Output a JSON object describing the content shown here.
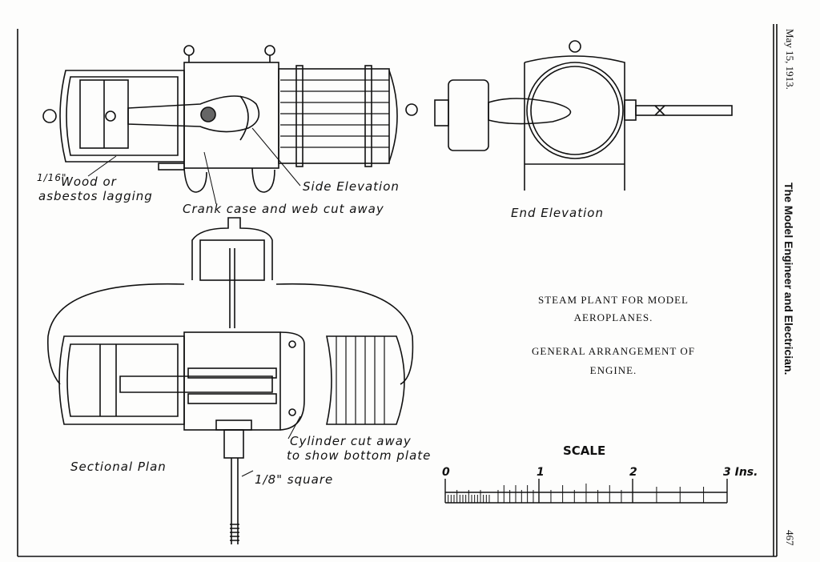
{
  "header": {
    "date": "May 15, 1913.",
    "journal": "The Model Engineer and Electrician.",
    "page_number": "467"
  },
  "labels": {
    "lagging_fraction": "1/16\"",
    "lagging_line1": "Wood or",
    "lagging_line2": "asbestos lagging",
    "side_elevation": "Side Elevation",
    "crank_case": "Crank case and web cut away",
    "end_elevation": "End Elevation",
    "cylinder_line1": "Cylinder cut away",
    "cylinder_line2": "to show bottom plate",
    "sectional_plan": "Sectional Plan",
    "square": "1/8\" square"
  },
  "caption": {
    "line1": "STEAM PLANT FOR MODEL",
    "line2": "AEROPLANES.",
    "line3": "GENERAL ARRANGEMENT OF",
    "line4": "ENGINE."
  },
  "scale": {
    "title": "SCALE",
    "ticks": [
      "0",
      "1",
      "2",
      "3 Ins."
    ]
  }
}
